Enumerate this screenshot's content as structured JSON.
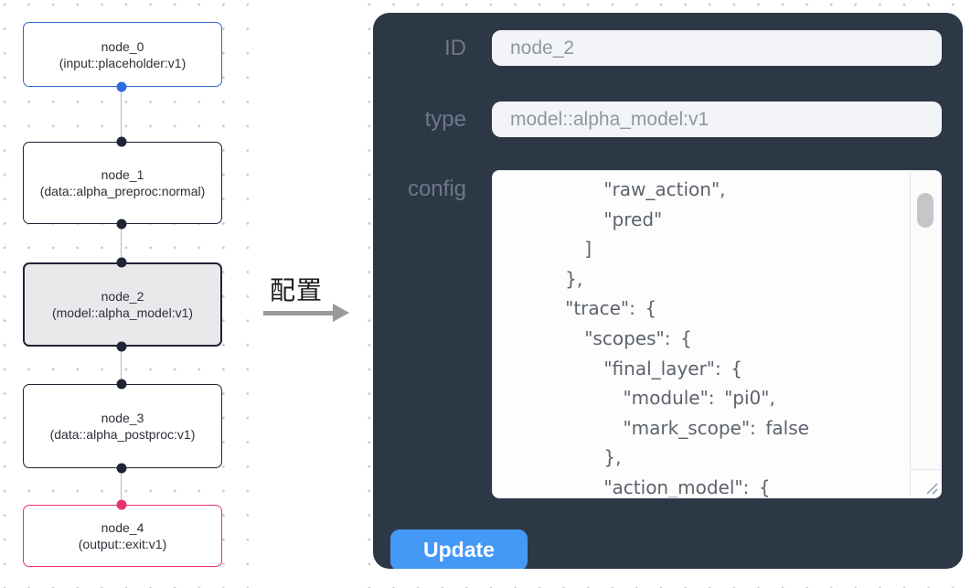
{
  "flow": {
    "nodes": [
      {
        "id": "node_0",
        "label": "(input::placeholder:v1)",
        "variant": "input"
      },
      {
        "id": "node_1",
        "label": "(data::alpha_preproc:normal)",
        "variant": "default"
      },
      {
        "id": "node_2",
        "label": "(model::alpha_model:v1)",
        "variant": "selected"
      },
      {
        "id": "node_3",
        "label": "(data::alpha_postproc:v1)",
        "variant": "default"
      },
      {
        "id": "node_4",
        "label": "(output::exit:v1)",
        "variant": "output"
      }
    ]
  },
  "annotation": {
    "label": "配置"
  },
  "panel": {
    "fields": [
      {
        "label": "ID",
        "value": "node_2"
      },
      {
        "label": "type",
        "value": "model::alpha_model:v1"
      }
    ],
    "config_label": "config",
    "config_lines": [
      "      \"raw_action\",",
      "      \"pred\"",
      "    ]",
      "  },",
      "  \"trace\": {",
      "    \"scopes\": {",
      "      \"final_layer\": {",
      "        \"module\": \"pi0\",",
      "        \"mark_scope\": false",
      "      },",
      "      \"action_model\": {"
    ],
    "update_label": "Update"
  },
  "colors": {
    "node-blue": "#3565cf",
    "port-blue": "#2f6be0",
    "node-dark": "#1e2436",
    "node-pink": "#e9336f",
    "node-selected-bg": "#e9e9eb",
    "edge": "#b6b6bc",
    "grid-dot": "#c7cad1",
    "panel-bg": "#2d3846",
    "label": "#6f7888",
    "field-bg": "#f3f4f7",
    "field-text": "#8f96a1",
    "code-text": "#5d636c",
    "button-bg": "#4498f6",
    "button-text": "#ffffff",
    "arrow": "#9a9a9a"
  }
}
